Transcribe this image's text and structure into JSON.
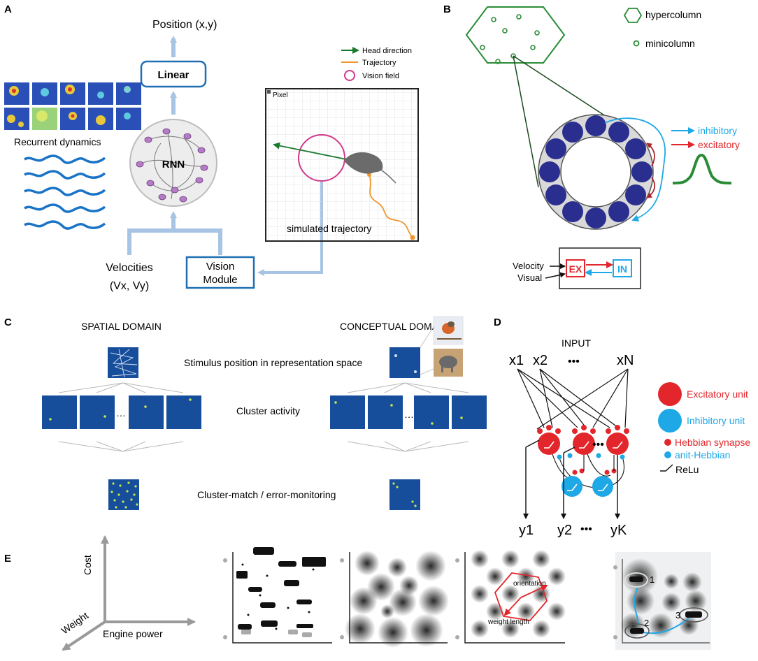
{
  "panel_labels": {
    "a": "A",
    "b": "B",
    "c": "C",
    "d": "D",
    "e": "E"
  },
  "panel_a": {
    "position_label": "Position (x,y)",
    "linear_label": "Linear",
    "rnn_label": "RNN",
    "recurrent_label": "Recurrent dynamics",
    "velocities_label": "Velocities",
    "velocities_vars": "(Vx, Vy)",
    "vision_module_line1": "Vision",
    "vision_module_line2": "Module",
    "legend": [
      {
        "label": "Head direction",
        "color": "#1a7a2e"
      },
      {
        "label": "Trajectory",
        "color": "#f0962a"
      },
      {
        "label": "Vision field",
        "color": "#d2398a"
      }
    ],
    "pixel_label": "Pixel",
    "simulated_label": "simulated trajectory"
  },
  "panel_b": {
    "hypercolumn_label": "hypercolumn",
    "minicolumn_label": "minicolumn",
    "inhibitory_label": "inhibitory",
    "excitatory_label": "excitatory",
    "velocity_label": "Velocity",
    "visual_label": "Visual",
    "ex_label": "EX",
    "in_label": "IN"
  },
  "panel_c": {
    "spatial_label": "SPATIAL DOMAIN",
    "conceptual_label": "CONCEPTUAL DOMAIN",
    "stimulus_label": "Stimulus position in representation space",
    "cluster_label": "Cluster activity",
    "match_label": "Cluster-match / error-monitoring",
    "ellipsis": "…"
  },
  "panel_d": {
    "input_label": "INPUT",
    "x1": "x1",
    "x2": "x2",
    "xn": "xN",
    "y1": "y1",
    "y2": "y2",
    "yk": "yK",
    "dots": "•••",
    "legend_excitatory": "Excitatory unit",
    "legend_inhibitory": "Inhibitory unit",
    "legend_hebbian": "Hebbian synapse",
    "legend_antihebbian": "anit-Hebbian",
    "legend_relu": "ReLu"
  },
  "panel_e": {
    "axis_cost": "Cost",
    "axis_weight": "Weight",
    "axis_engine": "Engine power",
    "orientation_label": "orientation",
    "weight_length_label": "weight length",
    "route_labels": [
      "1",
      "2",
      "3"
    ]
  },
  "colors": {
    "light_blue": "#a8c4e4",
    "frame_blue": "#1f6fb2",
    "navy": "#2b2f8e",
    "green": "#2a8c36",
    "red": "#e3262b",
    "cyan": "#1fa8e6",
    "tile_blue": "#164e9c",
    "dot_yellow": "#c8e64a"
  }
}
